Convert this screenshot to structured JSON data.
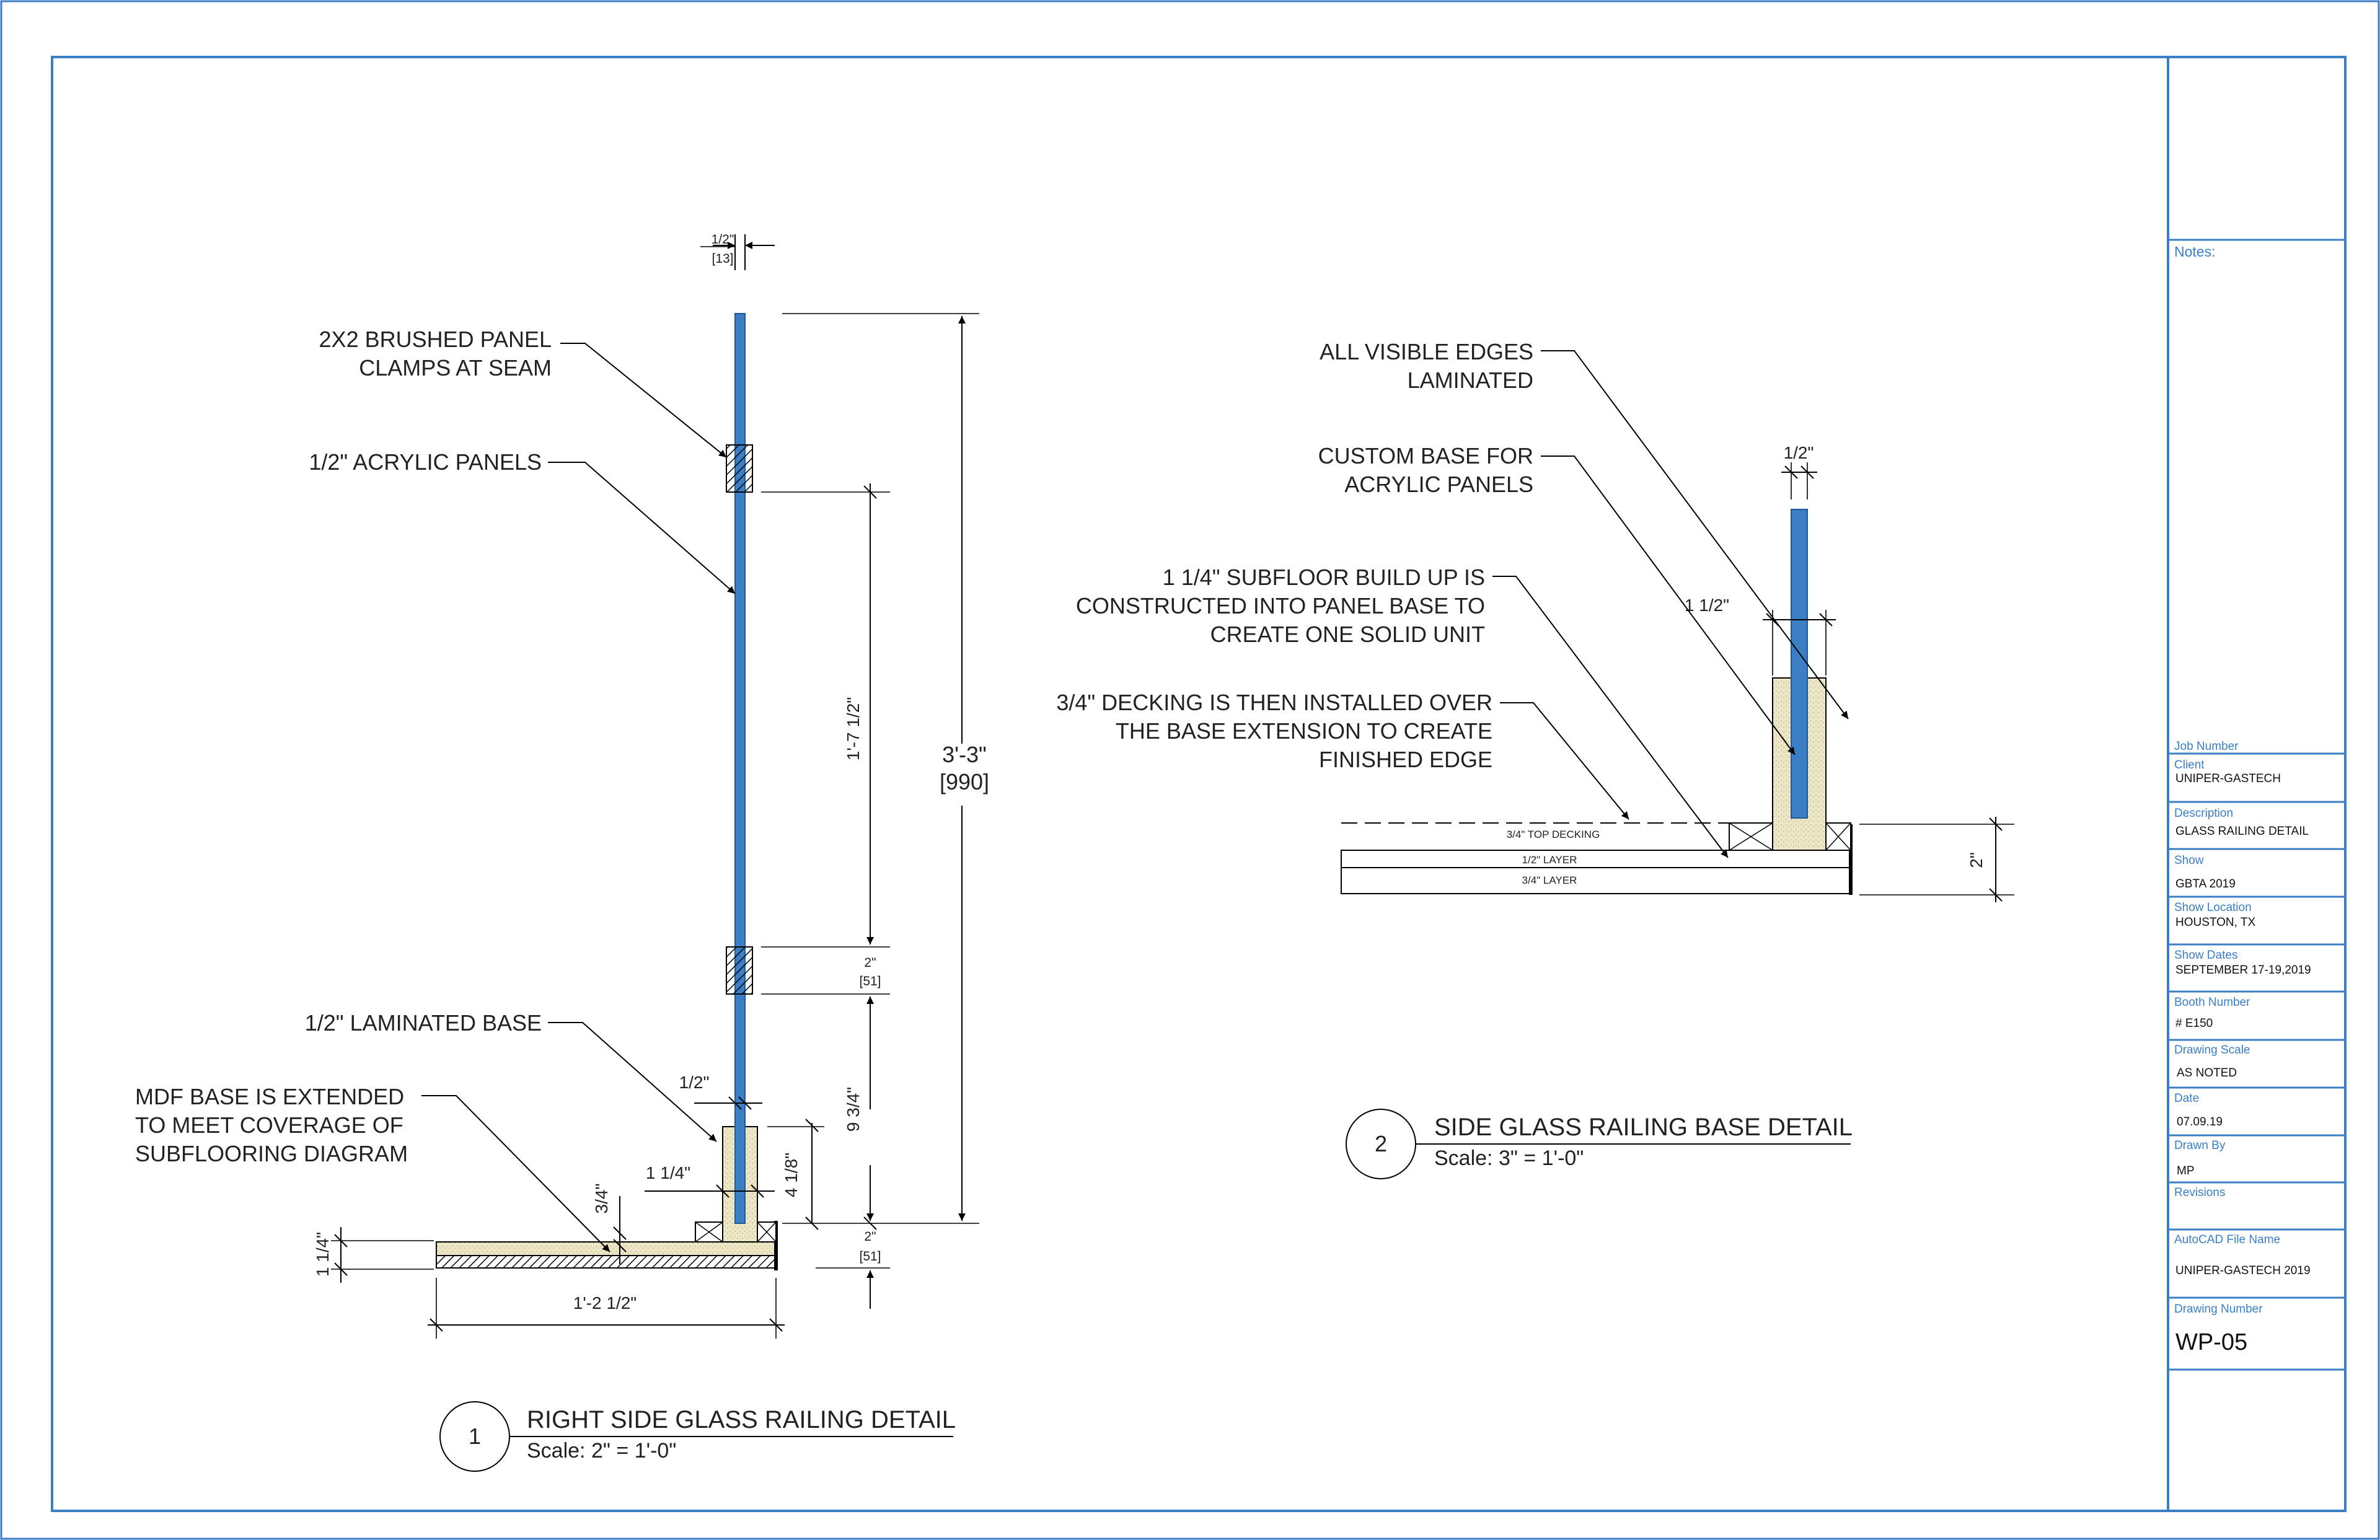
{
  "detail1": {
    "number": "1",
    "title": "RIGHT SIDE GLASS RAILING DETAIL",
    "scale": "Scale: 2\" = 1'-0\"",
    "callouts": {
      "clamps_line1": "2X2 BRUSHED PANEL",
      "clamps_line2": "CLAMPS AT SEAM",
      "panels": "1/2\" ACRYLIC PANELS",
      "laminated_base": "1/2\" LAMINATED BASE",
      "mdf_line1": "MDF BASE IS EXTENDED",
      "mdf_line2": "TO MEET COVERAGE OF",
      "mdf_line3": "SUBFLOORING DIAGRAM"
    },
    "dims": {
      "top_width": "1/2\"",
      "top_width_mm": "[13]",
      "overall_height": "3'-3\"",
      "overall_height_mm": "[990]",
      "span": "1'-7 1/2\"",
      "clamp": "2\"",
      "clamp_mm": "[51]",
      "lower_span": "9 3/4\"",
      "base_height": "4 1/8\"",
      "base_width": "1 1/4\"",
      "panel_width": "1/2\"",
      "subfloor": "3/4\"",
      "bottom": "2\"",
      "bottom_mm": "[51]",
      "floor_height": "1 1/4\"",
      "floor_length": "1'-2 1/2\""
    }
  },
  "detail2": {
    "number": "2",
    "title": "SIDE GLASS RAILING BASE DETAIL",
    "scale": "Scale: 3\" = 1'-0\"",
    "callouts": {
      "edges_line1": "ALL VISIBLE EDGES",
      "edges_line2": "LAMINATED",
      "custom_line1": "CUSTOM BASE FOR",
      "custom_line2": "ACRYLIC PANELS",
      "subfloor_line1": "1 1/4\" SUBFLOOR BUILD UP IS",
      "subfloor_line2": "CONSTRUCTED INTO PANEL BASE TO",
      "subfloor_line3": "CREATE ONE SOLID UNIT",
      "decking_line1": "3/4\" DECKING IS THEN INSTALLED OVER",
      "decking_line2": "THE BASE EXTENSION TO CREATE",
      "decking_line3": "FINISHED EDGE"
    },
    "dims": {
      "panel_width": "1/2\"",
      "base_width": "1 1/2\"",
      "height": "2\""
    },
    "layers": {
      "top": "3/4\" TOP DECKING",
      "middle": "1/2\" LAYER",
      "bottom": "3/4\" LAYER"
    }
  },
  "title_block": {
    "notes_label": "Notes:",
    "fields": [
      {
        "label": "Job Number",
        "value": ""
      },
      {
        "label": "Client",
        "value": "UNIPER-GASTECH"
      },
      {
        "label": "Description",
        "value": "GLASS RAILING DETAIL"
      },
      {
        "label": "Show",
        "value": "GBTA 2019"
      },
      {
        "label": "Show Location",
        "value": "HOUSTON, TX"
      },
      {
        "label": "Show Dates",
        "value": "SEPTEMBER 17-19,2019"
      },
      {
        "label": "Booth Number",
        "value": "# E150"
      },
      {
        "label": "Drawing Scale",
        "value": "AS NOTED"
      },
      {
        "label": "Date",
        "value": "07.09.19"
      },
      {
        "label": "Drawn By",
        "value": "MP"
      },
      {
        "label": "Revisions",
        "value": ""
      },
      {
        "label": "AutoCAD File Name",
        "value": "UNIPER-GASTECH 2019"
      },
      {
        "label": "Drawing Number",
        "value": "WP-05"
      }
    ]
  },
  "colors": {
    "border": "#3b7ec4",
    "acrylic": "#3b7ec4",
    "base_fill": "#eee7c7",
    "line": "#000000"
  }
}
